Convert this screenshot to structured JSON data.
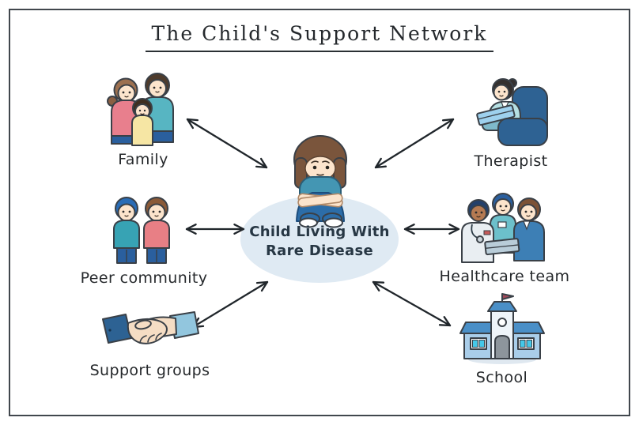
{
  "title": "The Child's Support Network",
  "center": {
    "label_line1": "Child Living With",
    "label_line2": "Rare Disease",
    "icon": "sad-child-illustration",
    "bubble_color": "#dfeaf3"
  },
  "nodes": {
    "family": {
      "label": "Family",
      "icon": "family-icon"
    },
    "therapist": {
      "label": "Therapist",
      "icon": "therapist-in-armchair-icon"
    },
    "peer_community": {
      "label": "Peer community",
      "icon": "two-children-icon"
    },
    "healthcare_team": {
      "label": "Healthcare team",
      "icon": "medical-team-icon"
    },
    "support_groups": {
      "label": "Support groups",
      "icon": "handshake-icon"
    },
    "school": {
      "label": "School",
      "icon": "school-building-icon"
    }
  },
  "colors": {
    "arrow": "#20262b",
    "outline": "#3a4047",
    "bubble": "#dfeaf3",
    "frame_border": "#41474d"
  }
}
